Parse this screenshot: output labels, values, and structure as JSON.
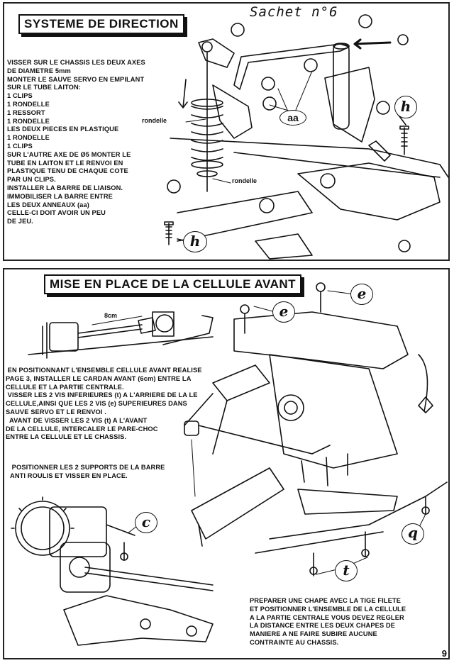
{
  "header": {
    "sachet": "Sachet n°6"
  },
  "section1": {
    "title": "SYSTEME DE DIRECTION",
    "instructions": "VISSER SUR LE CHASSIS LES DEUX AXES\nDE DIAMETRE 5mm\nMONTER LE SAUVE SERVO EN EMPILANT\nSUR LE TUBE LAITON:\n1 CLIPS\n1 RONDELLE\n1 RESSORT\n1 RONDELLE\nLES DEUX PIECES EN PLASTIQUE\n1 RONDELLE\n1 CLIPS\nSUR L'AUTRE AXE DE Ø5 MONTER LE\nTUBE EN LAITON ET LE RENVOI EN\nPLASTIQUE TENU DE CHAQUE COTE\nPAR UN CLIPS.\nINSTALLER LA BARRE DE LIAISON.\nIMMOBILISER LA BARRE ENTRE\nLES DEUX ANNEAUX (aa)\nCELLE-CI DOIT AVOIR UN PEU\nDE JEU.",
    "labels": {
      "rondelle_top": "rondelle",
      "rondelle_bottom": "rondelle",
      "aa": "aa",
      "h_top": "h",
      "h_bottom": "h"
    }
  },
  "section2": {
    "title": "MISE EN PLACE DE LA CELLULE AVANT",
    "measure": "8cm",
    "para1": " EN POSITIONNANT L'ENSEMBLE CELLULE AVANT REALISE\nPAGE 3, INSTALLER LE CARDAN AVANT (6cm) ENTRE LA\nCELLULE ET LA PARTIE CENTRALE.\n VISSER LES 2 VIS INFERIEURES (t) A L'ARRIERE DE LA LE\nCELLULE,AINSI QUE LES 2 VIS (e) SUPERIEURES DANS\nSAUVE SERVO ET LE RENVOI .\n  AVANT DE VISSER LES 2 VIS (t) A L'AVANT\nDE LA CELLULE, INTERCALER LE PARE-CHOC\nENTRE LA CELLULE ET LE CHASSIS.",
    "para2": " POSITIONNER LES 2 SUPPORTS DE LA BARRE\nANTI ROULIS ET VISSER EN PLACE.",
    "para3": "PREPARER UNE CHAPE AVEC LA TIGE FILETE\nET POSITIONNER L'ENSEMBLE DE LA CELLULE\nA LA PARTIE CENTRALE VOUS DEVEZ REGLER\nLA DISTANCE ENTRE LES DEUX CHAPES DE\nMANIERE A NE FAIRE SUBIRE AUCUNE\nCONTRAINTE AU CHASSIS.",
    "labels": {
      "e_top": "e",
      "e_mid": "e",
      "c": "c",
      "q": "q",
      "t": "t"
    }
  },
  "footer": {
    "page_number": "9"
  }
}
